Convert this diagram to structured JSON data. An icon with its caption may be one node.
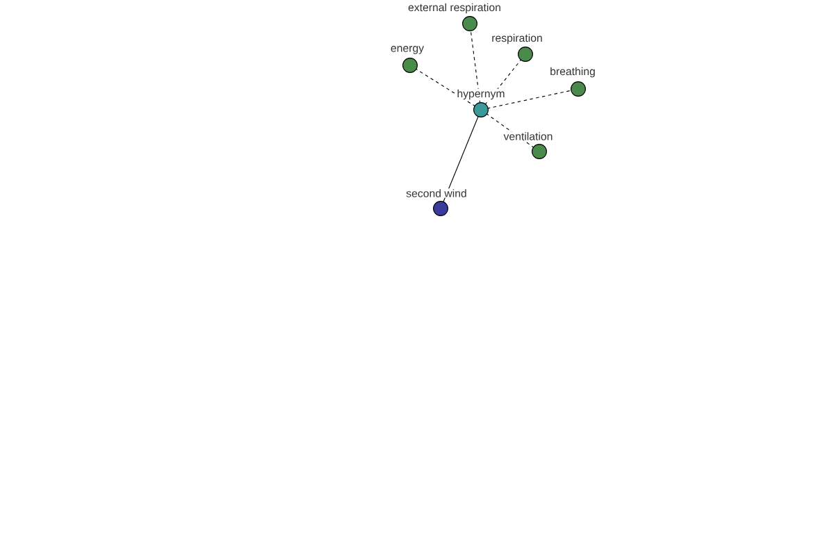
{
  "diagram": {
    "nodes": [
      {
        "text": [
          "external respiration"
        ]
      },
      {
        "text": [
          "respiration"
        ]
      },
      {
        "text": [
          "energy"
        ]
      },
      {
        "text": [
          "breathing"
        ]
      },
      {
        "text": [
          "hypernym"
        ]
      },
      {
        "text": [
          "ventilation"
        ]
      },
      {
        "text": [
          "second wind"
        ]
      }
    ],
    "edges": [
      {
        "from": 4,
        "to": 0,
        "arrow": "none",
        "style": "dashed"
      },
      {
        "from": 4,
        "to": 1,
        "arrow": "none",
        "style": "dashed"
      },
      {
        "from": 4,
        "to": 2,
        "arrow": "none",
        "style": "dashed"
      },
      {
        "from": 4,
        "to": 3,
        "arrow": "none",
        "style": "dashed"
      },
      {
        "from": 4,
        "to": 5,
        "arrow": "none",
        "style": "dashed"
      },
      {
        "from": 4,
        "to": 6,
        "arrow": "none"
      }
    ]
  }
}
